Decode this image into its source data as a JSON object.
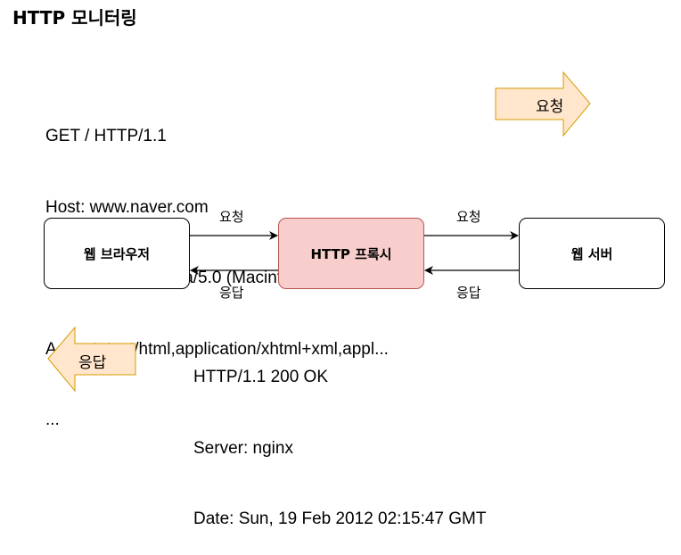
{
  "title": "HTTP 모니터링",
  "request": {
    "lines": [
      "GET / HTTP/1.1",
      "Host: www.naver.com",
      "User-Agent: Mozilla/5.0 (Macintosh; ...",
      "Accept: text/html,application/xhtml+xml,appl...",
      "..."
    ],
    "arrow_label": "요청"
  },
  "response": {
    "lines": [
      "HTTP/1.1 200 OK",
      "Server: nginx",
      "Date: Sun, 19 Feb 2012 02:15:47 GMT"
    ],
    "arrow_label": "응답"
  },
  "nodes": {
    "browser": "웹 브라우저",
    "proxy": "HTTP 프록시",
    "server": "웹 서버"
  },
  "edges": {
    "browser_to_proxy": "요청",
    "proxy_to_browser": "응답",
    "proxy_to_server": "요청",
    "server_to_proxy": "응답"
  },
  "colors": {
    "big_arrow_fill": "#ffe6cc",
    "big_arrow_stroke": "#d79b00",
    "proxy_fill": "#f8cecc",
    "proxy_stroke": "#b85450"
  }
}
